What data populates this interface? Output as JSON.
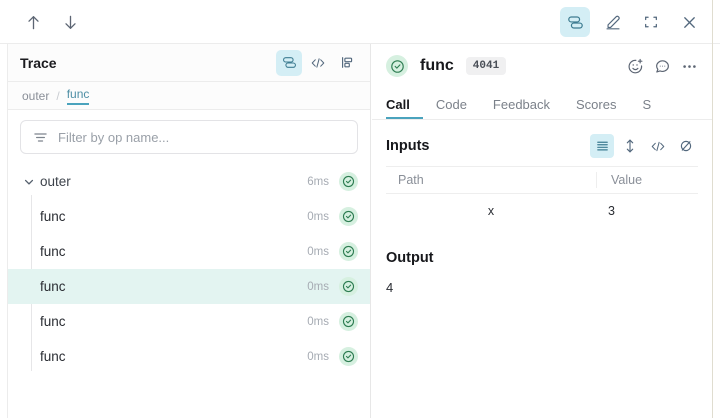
{
  "topbar": {
    "nav_up_icon": "arrow-up-icon",
    "nav_down_icon": "arrow-down-icon",
    "actions": [
      {
        "name": "stack-layers-icon",
        "label": "Trace tree view",
        "active": true
      },
      {
        "name": "highlighter-pen-icon",
        "label": "Annotate",
        "active": false
      },
      {
        "name": "fullscreen-icon",
        "label": "Expand",
        "active": false
      },
      {
        "name": "close-icon",
        "label": "Close",
        "active": false
      }
    ]
  },
  "left_panel": {
    "title": "Trace",
    "head_icons": [
      {
        "name": "stack-layers-icon",
        "label": "Tree",
        "active": true
      },
      {
        "name": "code-icon",
        "label": "Code",
        "active": false
      },
      {
        "name": "flame-graph-icon",
        "label": "Flame graph",
        "active": false
      }
    ],
    "breadcrumb": {
      "root": "outer",
      "separator": "/",
      "current": "func"
    },
    "filter": {
      "placeholder": "Filter by op name...",
      "value": "",
      "icon": "filter-icon"
    },
    "tree": [
      {
        "label": "outer",
        "duration": "6ms",
        "status": "success",
        "depth": 0,
        "expanded": true,
        "selected": false
      },
      {
        "label": "func",
        "duration": "0ms",
        "status": "success",
        "depth": 1,
        "selected": false
      },
      {
        "label": "func",
        "duration": "0ms",
        "status": "success",
        "depth": 1,
        "selected": false
      },
      {
        "label": "func",
        "duration": "0ms",
        "status": "success",
        "depth": 1,
        "selected": true
      },
      {
        "label": "func",
        "duration": "0ms",
        "status": "success",
        "depth": 1,
        "selected": false
      },
      {
        "label": "func",
        "duration": "0ms",
        "status": "success",
        "depth": 1,
        "selected": false
      }
    ]
  },
  "right_panel": {
    "call": {
      "status": "success",
      "name": "func",
      "id_badge": "4041",
      "actions": [
        {
          "name": "add-reaction-icon",
          "label": "Add reaction"
        },
        {
          "name": "comment-icon",
          "label": "Comment"
        },
        {
          "name": "more-options-icon",
          "label": "More"
        }
      ]
    },
    "tabs": [
      {
        "label": "Call",
        "active": true
      },
      {
        "label": "Code",
        "active": false
      },
      {
        "label": "Feedback",
        "active": false
      },
      {
        "label": "Scores",
        "active": false
      },
      {
        "label": "S",
        "active": false
      }
    ],
    "inputs": {
      "title": "Inputs",
      "view_icons": [
        {
          "name": "list-view-icon",
          "label": "List view",
          "active": true
        },
        {
          "name": "expand-rows-icon",
          "label": "Expand rows",
          "active": false
        },
        {
          "name": "code-icon",
          "label": "Code view",
          "active": false
        },
        {
          "name": "hide-icon",
          "label": "Hide",
          "active": false
        }
      ],
      "columns": [
        "Path",
        "Value"
      ],
      "rows": [
        {
          "path": "x",
          "value": "3"
        }
      ]
    },
    "output": {
      "title": "Output",
      "value": "4"
    }
  },
  "colors": {
    "accent": "#4aa3bd",
    "active_bg": "#d4eef5",
    "selected_row": "#e3f4f1",
    "status_green_bg": "#d6f0e0",
    "status_green_fg": "#2e7d52"
  }
}
